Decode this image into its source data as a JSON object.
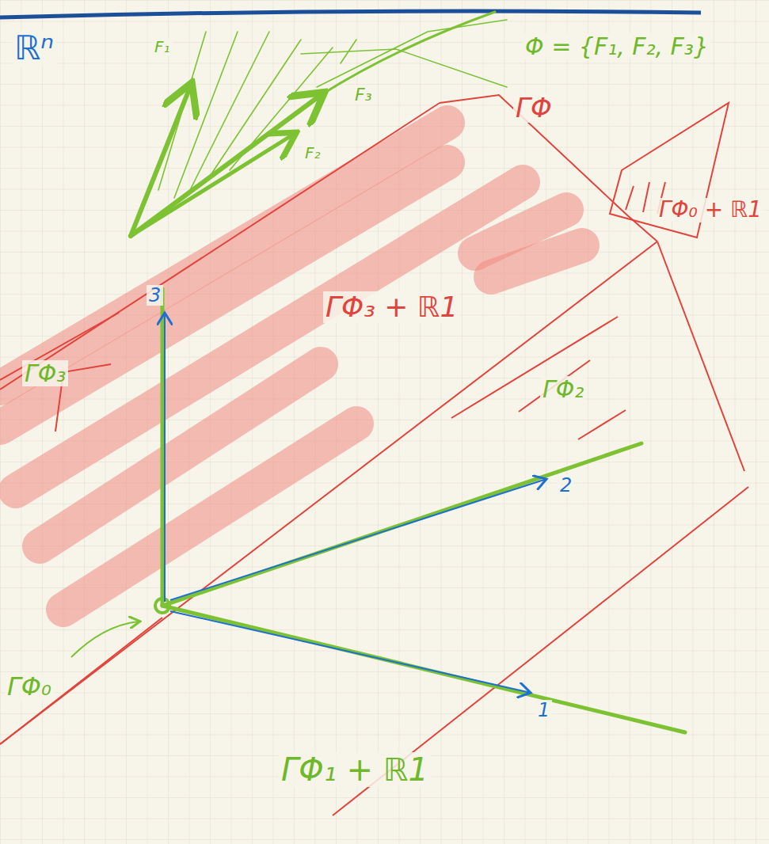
{
  "diagram": {
    "labels": [
      "ℝⁿ",
      "F₁",
      "F₃",
      "F₂",
      "Φ = {F₁, F₂, F₃}",
      "ΓΦ",
      "ΓΦ₃ + ℝ1",
      "ΓΦ₀ + ℝ1",
      "ΓΦ₃",
      "ΓΦ₂",
      "ΓΦ₀",
      "ΓΦ₁ + ℝ1",
      "3",
      "2",
      "1"
    ]
  }
}
